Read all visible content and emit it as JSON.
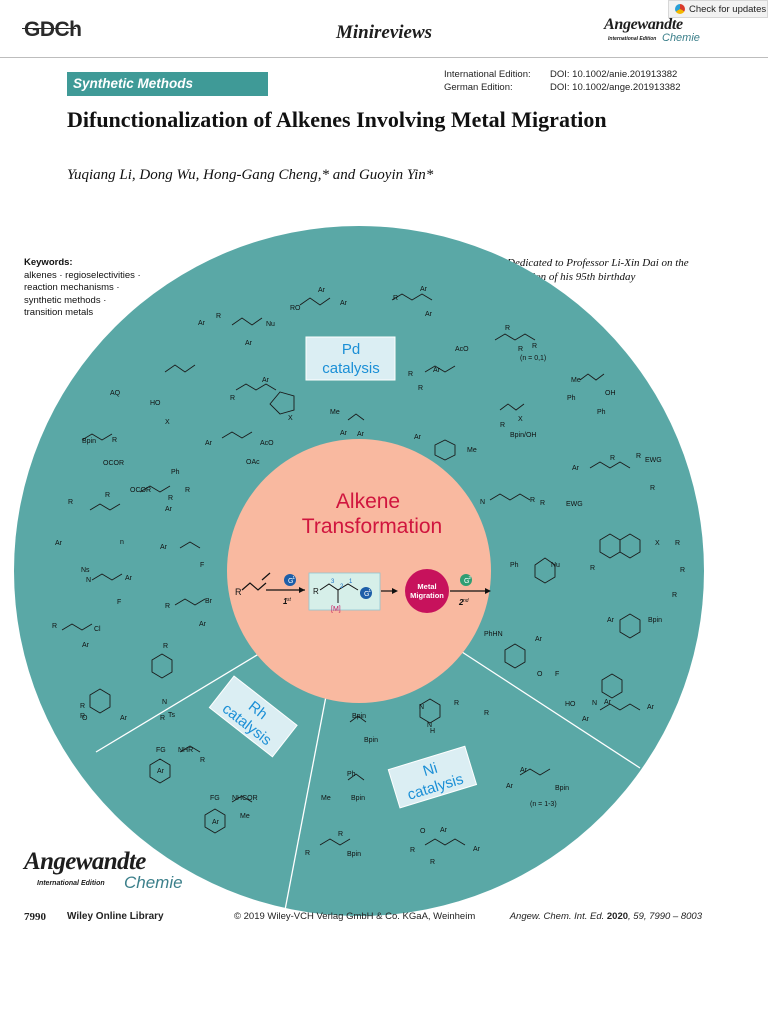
{
  "header": {
    "society_logo": "GDCh",
    "running_title": "Minireviews",
    "journal_logo": {
      "name": "Angewandte",
      "subtitle": "International Edition",
      "suffix": "Chemie"
    },
    "check_updates": "Check for updates"
  },
  "article": {
    "category": "Synthetic Methods",
    "doi": [
      {
        "edition": "International Edition:",
        "value": "DOI: 10.1002/anie.201913382"
      },
      {
        "edition": "German Edition:",
        "value": "DOI: 10.1002/ange.201913382"
      }
    ],
    "title": "Difunctionalization of Alkenes Involving Metal Migration",
    "authors": "Yuqiang Li, Dong Wu, Hong-Gang Cheng,* and Guoyin Yin*"
  },
  "keywords": {
    "heading": "Keywords:",
    "lines": [
      "alkenes · regioselectivities ·",
      "reaction mechanisms ·",
      "synthetic methods ·",
      "transition metals"
    ]
  },
  "dedication": "Dedicated to Professor Li-Xin Dai on the occasion of his 95th birthday",
  "graphic": {
    "center_title_1": "Alkene",
    "center_title_2": "Transformation",
    "scheme": {
      "substrate_r": "R",
      "g1": "G",
      "g1_sup": "1",
      "step1": "1",
      "step1_sup": "st",
      "metal": "[M]",
      "position_labels": [
        "3",
        "2",
        "1"
      ],
      "migration_1": "Metal",
      "migration_2": "Migration",
      "g2": "G",
      "g2_sup": "2",
      "step2": "2",
      "step2_sup": "nd"
    },
    "pd_1": "Pd",
    "pd_2": "catalysis",
    "rh_1": "Rh",
    "rh_2": "catalysis",
    "ni_1": "Ni",
    "ni_2": "catalysis",
    "colors": {
      "disc": "#5aa8a6",
      "center": "#f9b9a0",
      "label_bg": "#dbeef3",
      "label_text": "#1b8fd6",
      "migration": "#c7125c",
      "accent_title": "#d0153e"
    },
    "annotations": [
      "RO",
      "Ar",
      "Ar",
      "R",
      "Ar",
      "Ar",
      "Ar",
      "R",
      "Ar",
      "Nu",
      "AcO",
      "R",
      "R",
      "R",
      "(n = 0,1)",
      "R",
      "Ar",
      "Me",
      "Ph",
      "OH",
      "Ph",
      "AQ",
      "HO",
      "X",
      "R",
      "Ar",
      "X",
      "R",
      "Bpin",
      "R",
      "OCOR",
      "Ar",
      "Me",
      "Ar",
      "Ar",
      "Me",
      "X",
      "R",
      "Bpin/OH",
      "Ar",
      "AcO",
      "OAc",
      "Ph",
      "OCOR",
      "R",
      "R",
      "Ar",
      "R",
      "R",
      "EWG",
      "Ar",
      "R",
      "R",
      "R",
      "Ar",
      "n",
      "N",
      "R",
      "R",
      "EWG",
      "Ar",
      "F",
      "Ns",
      "N",
      "Ar",
      "F",
      "Ph",
      "Nu",
      "R",
      "X",
      "R",
      "R",
      "R",
      "R",
      "Br",
      "Ar",
      "R",
      "Cl",
      "Ar",
      "Ar",
      "Bpin",
      "R",
      "N",
      "Ts",
      "PhHN",
      "Ar",
      "O",
      "F",
      "R",
      "R",
      "O",
      "Ar",
      "R",
      "N",
      "Ar",
      "HO",
      "Ar",
      "Ar",
      "Bpin",
      "Bpin",
      "N",
      "N",
      "R",
      "H",
      "R",
      "Ar",
      "Ar",
      "Bpin",
      "(n = 1-3)",
      "FG",
      "NHR",
      "Ar",
      "R",
      "Ph",
      "Me",
      "Bpin",
      "FG",
      "NHCOR",
      "Ar",
      "Me",
      "R",
      "R",
      "Bpin",
      "O",
      "R",
      "Ar",
      "R",
      "Ar"
    ]
  },
  "footer": {
    "page": "7990",
    "library": "Wiley Online Library",
    "copyright": "© 2019 Wiley-VCH Verlag GmbH & Co. KGaA, Weinheim",
    "cite_journal": "Angew. Chem. Int. Ed.",
    "cite_year": "2020",
    "cite_rest": ", 59, 7990 – 8003"
  }
}
